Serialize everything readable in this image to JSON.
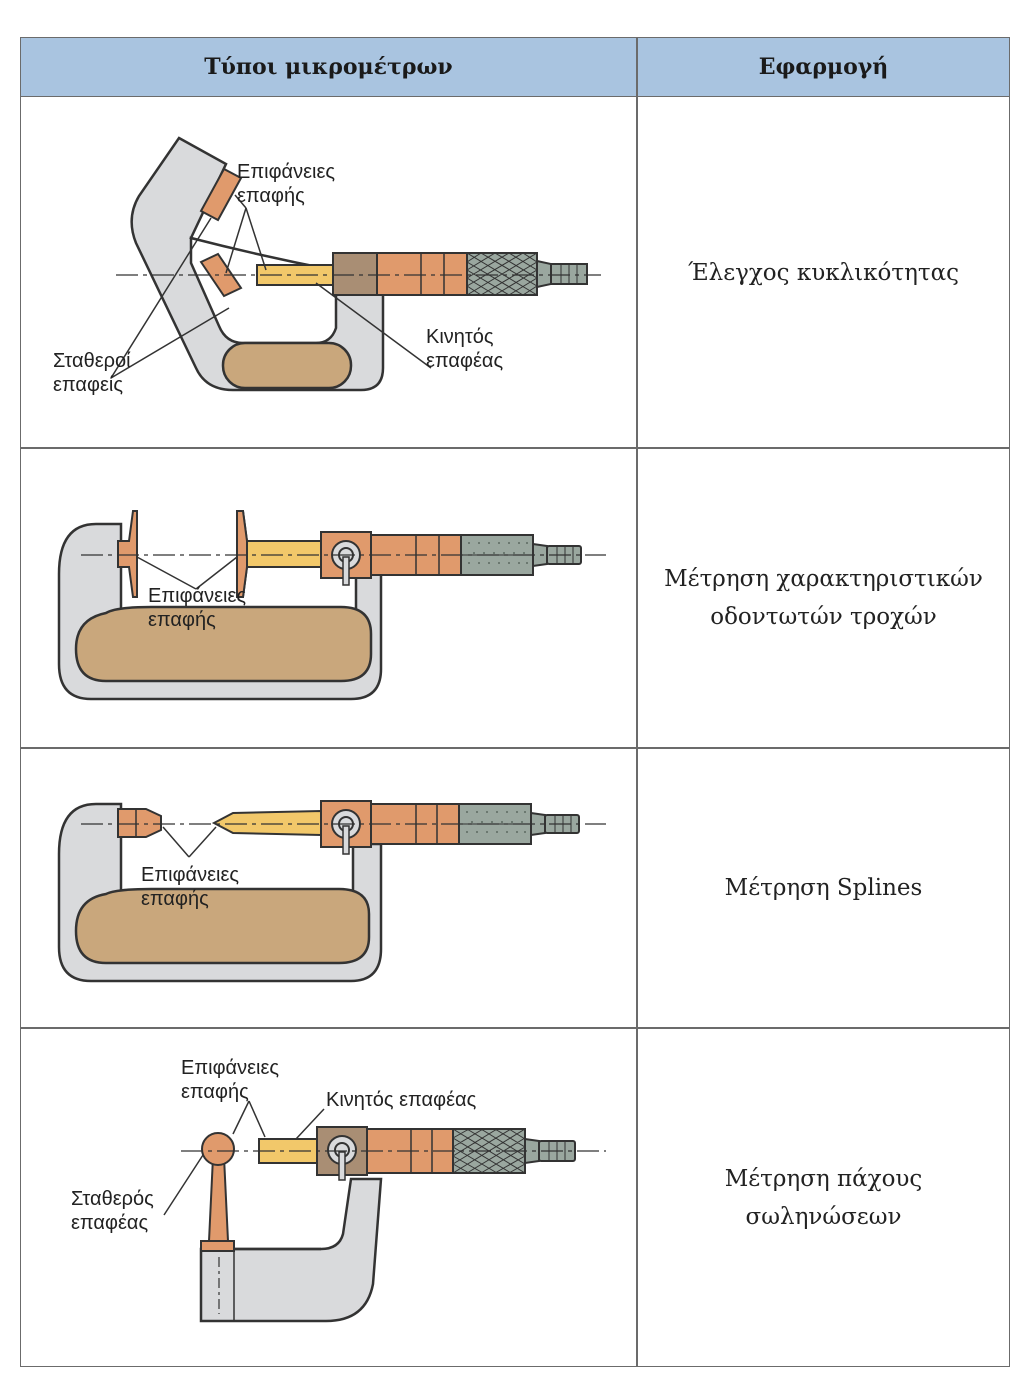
{
  "table": {
    "header": {
      "types": "Τύποι μικρομέτρων",
      "application": "Εφαρμογή"
    },
    "rows": [
      {
        "application_lines": [
          "Έλεγχος κυκλικότητας"
        ],
        "labels": {
          "contact_surfaces": [
            "Επιφάνειες",
            "επαφής"
          ],
          "fixed_anvils": [
            "Σταθεροί",
            "επαφείς"
          ],
          "moving_spindle": [
            "Κινητός",
            "επαφέας"
          ]
        }
      },
      {
        "application_lines": [
          "Μέτρηση χαρακτηριστικών",
          "οδοντωτών τροχών"
        ],
        "labels": {
          "contact_surfaces": [
            "Επιφάνειες",
            "επαφής"
          ]
        }
      },
      {
        "application_lines": [
          "Μέτρηση Splines"
        ],
        "labels": {
          "contact_surfaces": [
            "Επιφάνειες",
            "επαφής"
          ]
        }
      },
      {
        "application_lines": [
          "Μέτρηση πάχους",
          "σωληνώσεων"
        ],
        "labels": {
          "contact_surfaces": [
            "Επιφάνειες",
            "επαφής"
          ],
          "moving_spindle": "Κινητός επαφέας",
          "fixed_anvil": [
            "Σταθερός",
            "επαφέας"
          ]
        }
      }
    ]
  },
  "colors": {
    "header_bg": "#a9c4e0",
    "frame_gray": "#d9dadc",
    "insulation": "#c9a77c",
    "copper": "#e09a6c",
    "brass": "#f2c86a",
    "knurl": "#9aa79f"
  }
}
